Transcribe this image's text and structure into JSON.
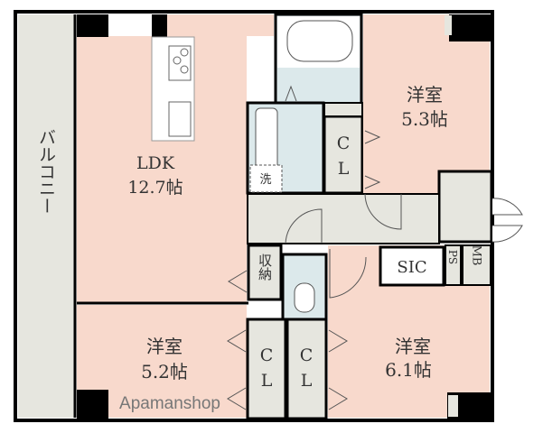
{
  "rooms": {
    "balcony": "バルコニー",
    "ldk_name": "LDK",
    "ldk_size": "12.7帖",
    "bed1_name": "洋室",
    "bed1_size": "5.3帖",
    "bed2_name": "洋室",
    "bed2_size": "5.2帖",
    "bed3_name": "洋室",
    "bed3_size": "6.1帖",
    "cl": "C L",
    "cl_c": "C",
    "cl_l": "L",
    "wash": "洗",
    "storage": "収納",
    "sic": "SIC",
    "ps": "PS",
    "mb": "MB"
  },
  "watermark": "Apamanshop",
  "colors": {
    "room": "#f8d9cc",
    "common": "#e6e6df",
    "water": "#dce9eb",
    "wall": "#000000"
  }
}
